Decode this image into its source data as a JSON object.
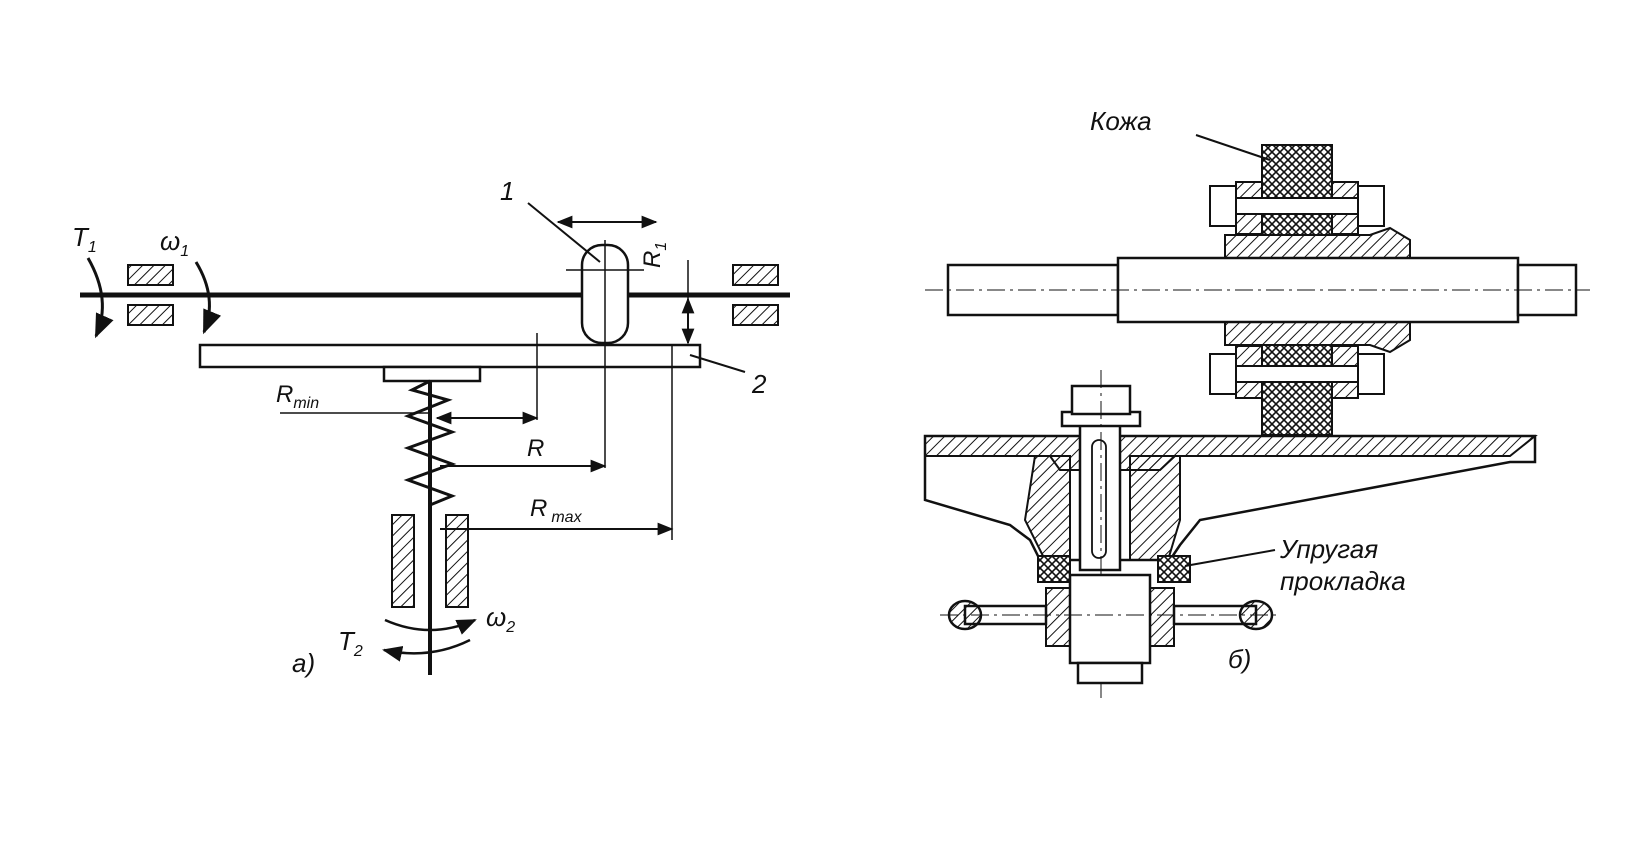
{
  "figure_a": {
    "label_part1": "1",
    "label_part2": "2",
    "torque_in": "T",
    "torque_in_sub": "1",
    "omega_in": "ω",
    "omega_in_sub": "1",
    "torque_out": "T",
    "torque_out_sub": "2",
    "omega_out": "ω",
    "omega_out_sub": "2",
    "radius_roller": "R",
    "radius_roller_sub": "1",
    "r_min": "R",
    "r_min_sub": "min",
    "r": "R",
    "r_max": "R",
    "r_max_sub": "max",
    "caption": "а)"
  },
  "figure_b": {
    "label_leather": "Кожа",
    "label_pad_line1": "Упругая",
    "label_pad_line2": "прокладка",
    "caption": "б)"
  },
  "colors": {
    "ink": "#111111",
    "paper": "#ffffff"
  }
}
